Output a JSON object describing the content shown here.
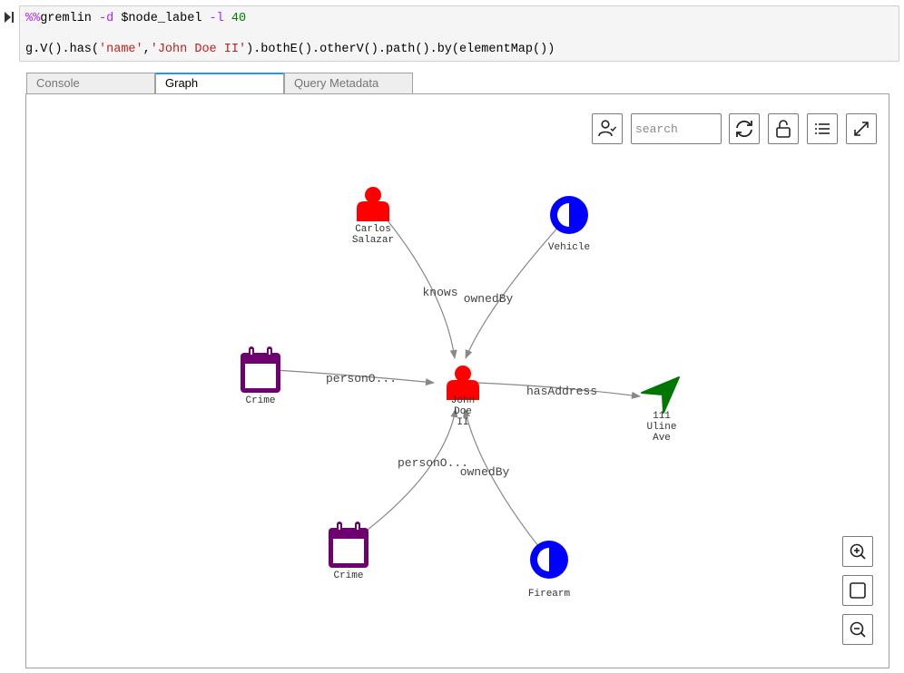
{
  "cell": {
    "line1": {
      "magic": "%%",
      "command": "gremlin ",
      "flag1": "-d",
      "arg1": " $node_label ",
      "flag2": "-l",
      "space": " ",
      "num": "40"
    },
    "line2": {
      "part1": "g.V().has(",
      "str1": "'name'",
      "comma": ",",
      "str2": "'John Doe II'",
      "part2": ").bothE().otherV().path().by(elementMap())"
    }
  },
  "tabs": [
    {
      "label": "Console",
      "active": false
    },
    {
      "label": "Graph",
      "active": true
    },
    {
      "label": "Query Metadata",
      "active": false
    }
  ],
  "toolbar": {
    "search_placeholder": "search",
    "buttons": [
      "node-details",
      "refresh",
      "unlock-physics",
      "legend",
      "fullscreen"
    ]
  },
  "zoom_controls": [
    "zoom-in",
    "fit",
    "zoom-out"
  ],
  "colors": {
    "person": "#ff0000",
    "item": "#0000ff",
    "crime": "#6f006f",
    "address": "#007700",
    "edge": "#888888",
    "tab_accent": "#2196f3"
  },
  "graph": {
    "nodes": [
      {
        "id": "john",
        "type": "person",
        "label_lines": [
          "John",
          "Doe",
          "II"
        ]
      },
      {
        "id": "carlos",
        "type": "person",
        "label_lines": [
          "Carlos",
          "Salazar"
        ]
      },
      {
        "id": "vehicle",
        "type": "item",
        "label_lines": [
          "Vehicle"
        ]
      },
      {
        "id": "crime1",
        "type": "crime",
        "label_lines": [
          "Crime"
        ]
      },
      {
        "id": "address",
        "type": "address",
        "label_lines": [
          "111",
          "Uline",
          "Ave"
        ]
      },
      {
        "id": "crime2",
        "type": "crime",
        "label_lines": [
          "Crime"
        ]
      },
      {
        "id": "firearm",
        "type": "item",
        "label_lines": [
          "Firearm"
        ]
      }
    ],
    "edges": [
      {
        "from": "carlos",
        "to": "john",
        "label": "knows"
      },
      {
        "from": "vehicle",
        "to": "john",
        "label": "ownedBy"
      },
      {
        "from": "crime1",
        "to": "john",
        "label": "personO..."
      },
      {
        "from": "john",
        "to": "address",
        "label": "hasAddress"
      },
      {
        "from": "crime2",
        "to": "john",
        "label": "personO..."
      },
      {
        "from": "firearm",
        "to": "john",
        "label": "ownedBy"
      }
    ]
  }
}
